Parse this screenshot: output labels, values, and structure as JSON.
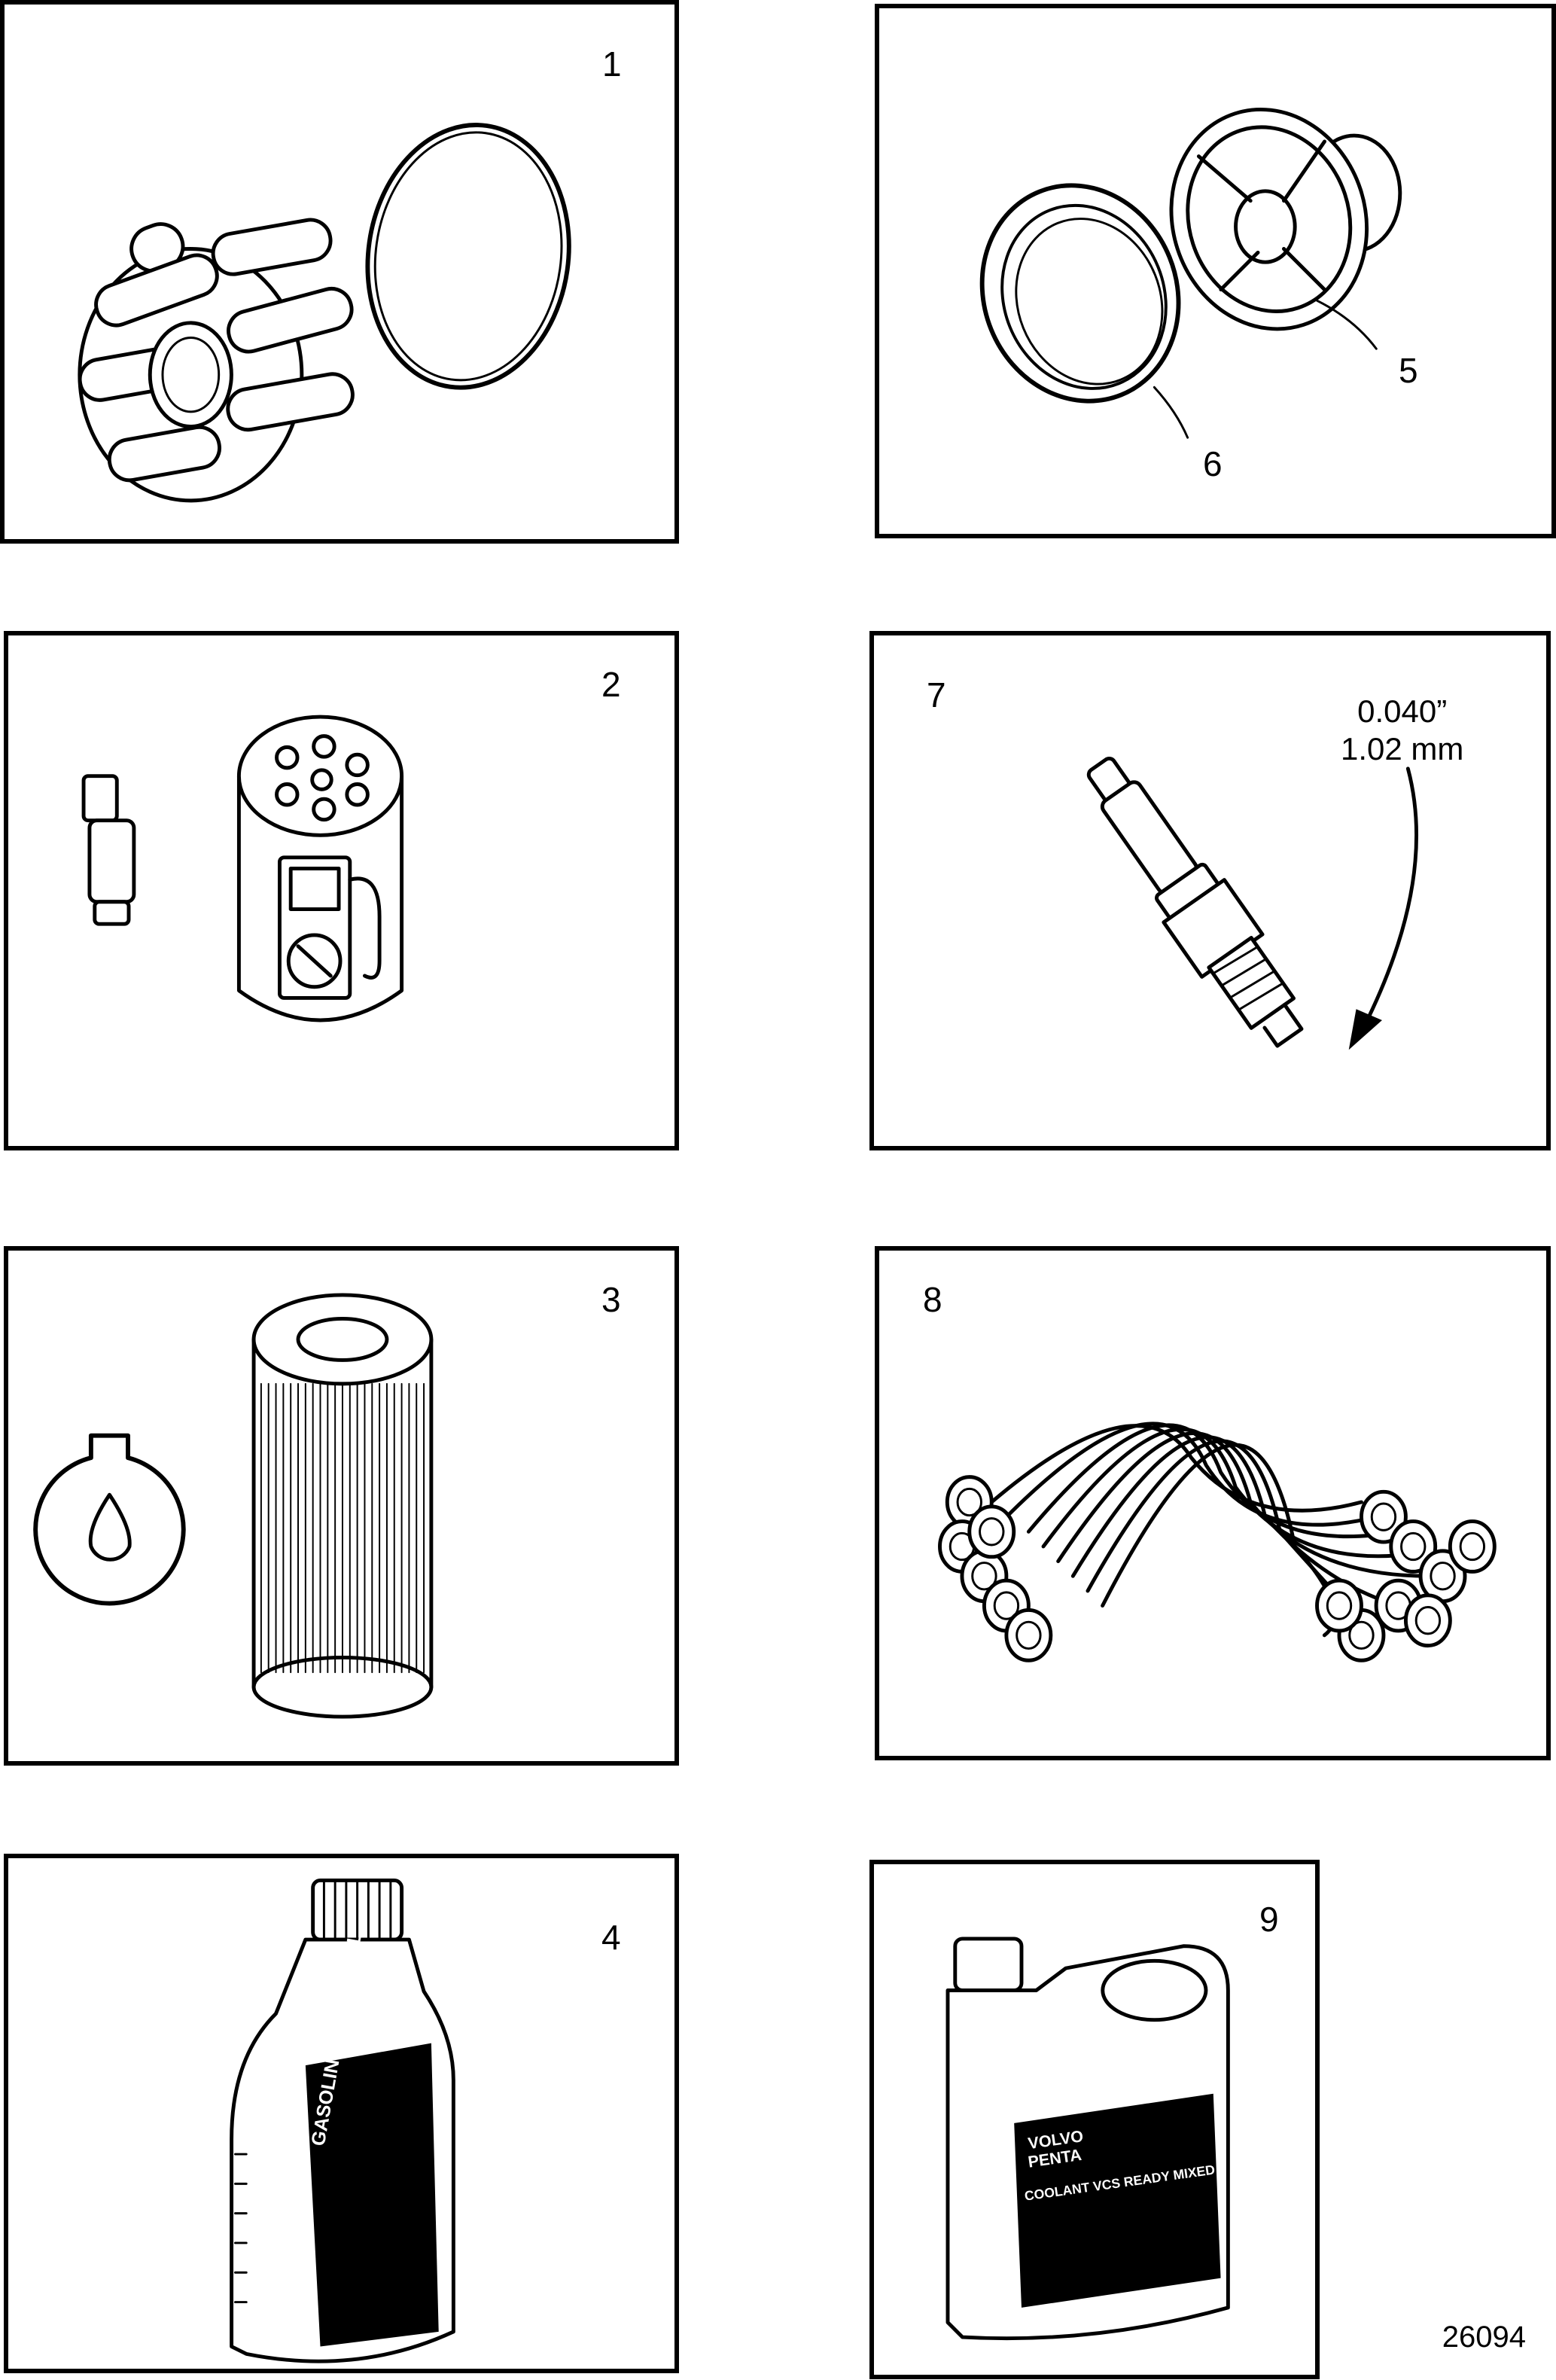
{
  "panels": [
    {
      "id": "1",
      "label": "1",
      "part": "impeller-kit"
    },
    {
      "id": "5",
      "label": "5",
      "part": "thermostat"
    },
    {
      "id": "6",
      "label": "6",
      "part": "thermostat-seal"
    },
    {
      "id": "2",
      "label": "2",
      "part": "fuel-filter"
    },
    {
      "id": "7",
      "label": "7",
      "part": "spark-plug",
      "gap_in": "0.040”",
      "gap_mm": "1.02 mm"
    },
    {
      "id": "3",
      "label": "3",
      "part": "oil-filter"
    },
    {
      "id": "8",
      "label": "8",
      "part": "ignition-leads"
    },
    {
      "id": "4",
      "label": "4",
      "part": "engine-oil",
      "bottle_text": "GASOLINE ENGINE OIL"
    },
    {
      "id": "9",
      "label": "9",
      "part": "coolant",
      "bottle_brand_1": "VOLVO",
      "bottle_brand_2": "PENTA",
      "bottle_text": "COOLANT VCS READY MIXED"
    }
  ],
  "figure_id": "26094"
}
